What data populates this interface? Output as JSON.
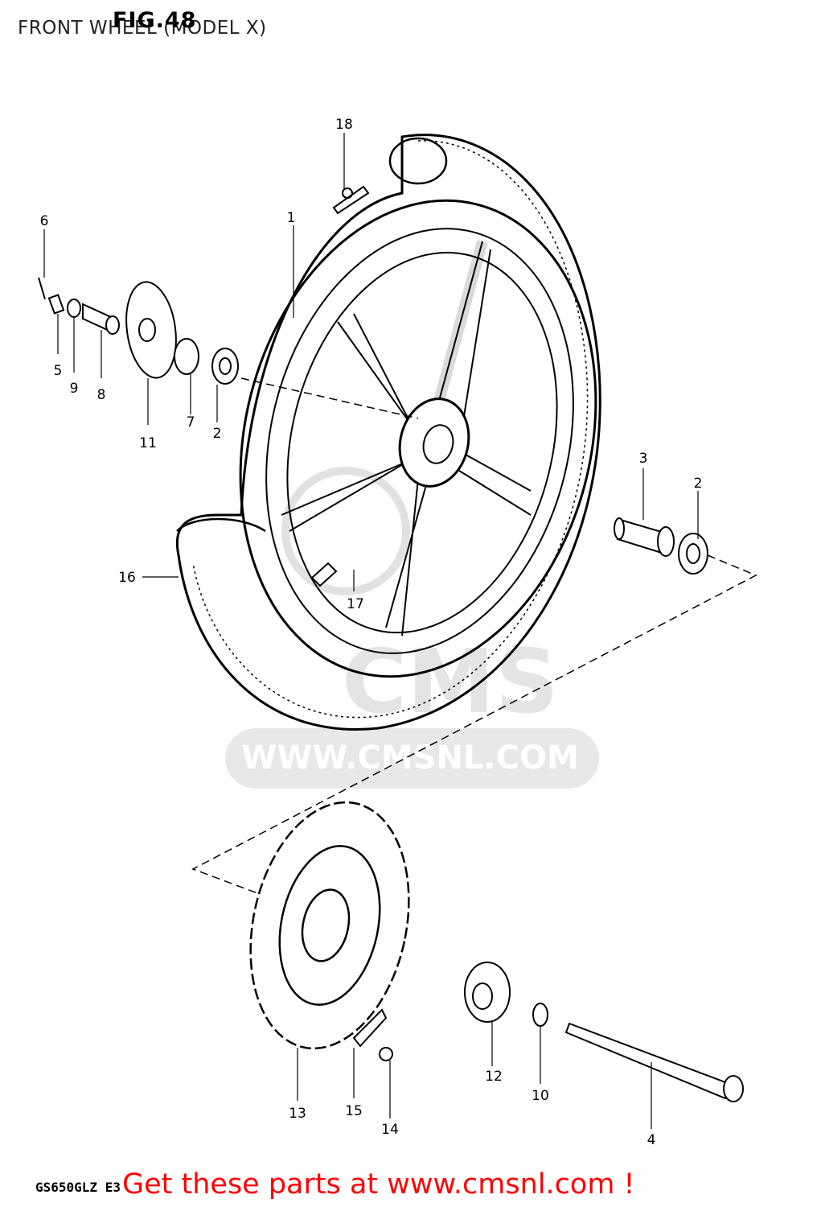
{
  "header": {
    "title": "FRONT WHEEL (MODEL X)",
    "figure": "FIG.48"
  },
  "callouts": [
    "18",
    "1",
    "6",
    "5",
    "9",
    "8",
    "11",
    "7",
    "2",
    "3",
    "2",
    "16",
    "17",
    "13",
    "15",
    "14",
    "12",
    "10",
    "4"
  ],
  "watermark": {
    "logo": "CMS",
    "url": "WWW.CMSNL.COM"
  },
  "footer": {
    "model_code": "GS650GLZ E3",
    "cta": "Get these parts at www.cmsnl.com !",
    "cta_color": "#ff0000"
  }
}
